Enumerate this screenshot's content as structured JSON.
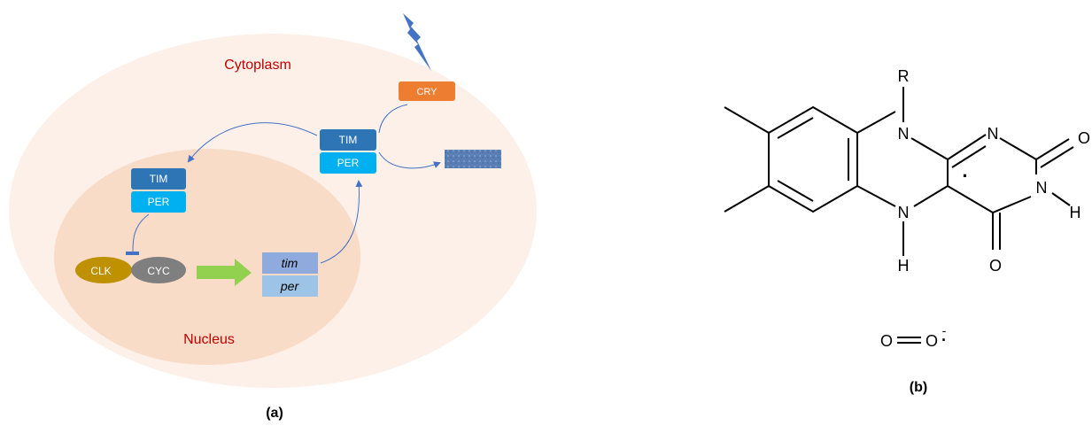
{
  "panel_a": {
    "caption": "(a)",
    "regions": {
      "cytoplasm": "Cytoplasm",
      "nucleus": "Nucleus"
    },
    "proteins": {
      "cry": "CRY",
      "tim_cyto": "TIM",
      "per_cyto": "PER",
      "tim_nuc": "TIM",
      "per_nuc": "PER",
      "clk": "CLK",
      "cyc": "CYC"
    },
    "genes": {
      "tim": "tim",
      "per": "per"
    },
    "colors": {
      "cry": "#ed7d31",
      "tim": "#2e75b6",
      "per": "#00b0f0",
      "clk": "#bf9000",
      "cyc": "#7f7f7f",
      "gene_tim": "#8faadc",
      "gene_per": "#9dc3e6",
      "arrow": "#92d050",
      "lightning": "#4472c4",
      "cytoplasm": "#fdf0e9",
      "nucleus": "#f8dcc8",
      "region_label": "#c00000"
    }
  },
  "panel_b": {
    "caption": "(b)",
    "atoms": {
      "r": "R",
      "n_top": "N",
      "n_imine": "N",
      "o_right": "O",
      "nh_n": "N",
      "nh_h": "H",
      "n_bottom": "N",
      "h_bottom": "H",
      "o_bottom": "O",
      "radical_dot": "·"
    },
    "superoxide": {
      "o_left": "O",
      "o_right": "O",
      "charge": "-",
      "radical": "·"
    }
  }
}
